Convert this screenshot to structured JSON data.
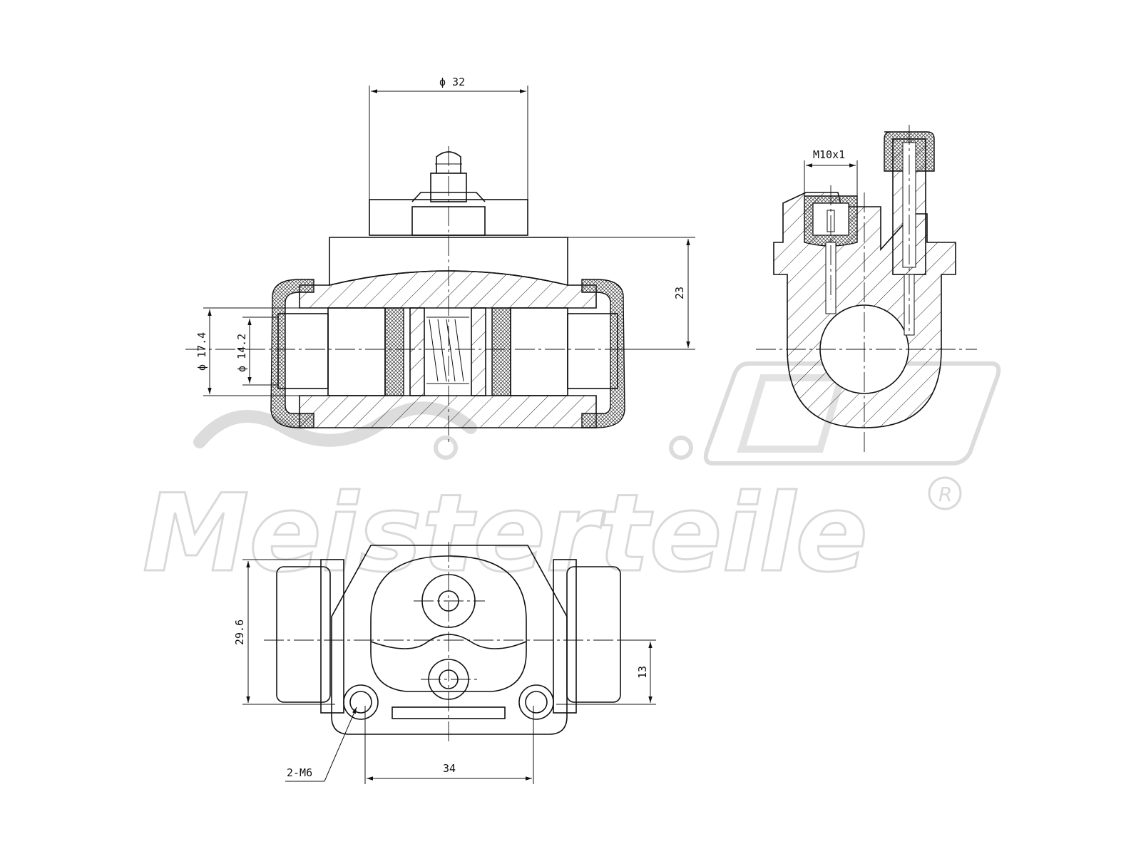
{
  "watermark": {
    "brand": "Meisterteile",
    "registered": "R"
  },
  "dimensions": {
    "body_width": "ϕ 32",
    "height": "23",
    "outer_bore": "ϕ 17.4",
    "inner_bore": "ϕ 14.2",
    "thread": "M10x1",
    "mount_height": "29.6",
    "center_offset": "13",
    "hole_spacing": "34",
    "holes": "2-M6"
  }
}
